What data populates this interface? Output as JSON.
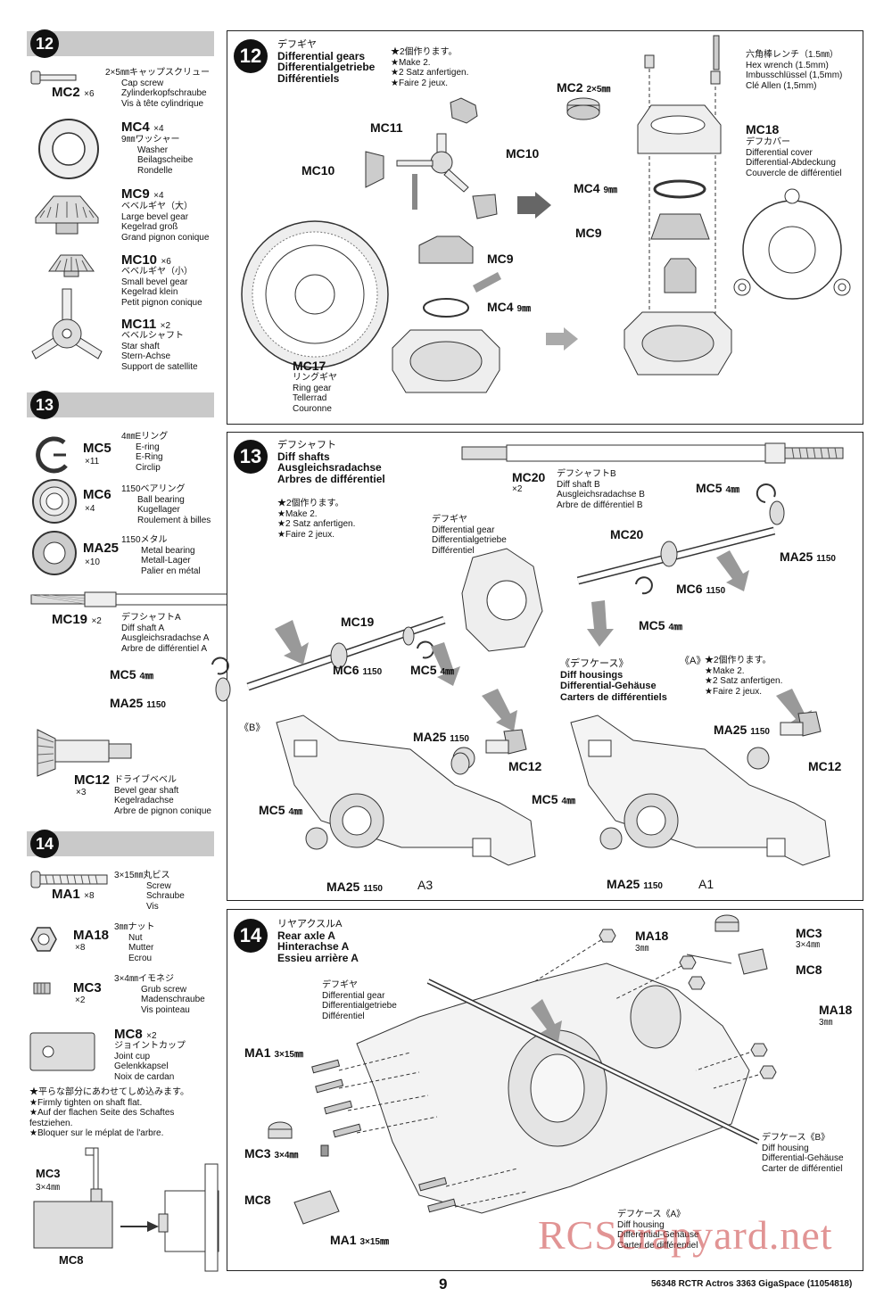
{
  "left": {
    "step12_num": "12",
    "step13_num": "13",
    "step14_num": "14",
    "mc2": {
      "code": "MC2",
      "qty": "×6",
      "l1": "2×5㎜キャップスクリュー",
      "l2": "Cap screw",
      "l3": "Zylinderkopfschraube",
      "l4": "Vis à tête cylindrique"
    },
    "mc4": {
      "code": "MC4",
      "qty": "×4",
      "l1": "9㎜ワッシャー",
      "l2": "Washer",
      "l3": "Beilagscheibe",
      "l4": "Rondelle"
    },
    "mc9": {
      "code": "MC9",
      "qty": "×4",
      "l1": "ベベルギヤ（大）",
      "l2": "Large bevel gear",
      "l3": "Kegelrad groß",
      "l4": "Grand pignon conique"
    },
    "mc10": {
      "code": "MC10",
      "qty": "×6",
      "l1": "ベベルギヤ（小）",
      "l2": "Small bevel gear",
      "l3": "Kegelrad klein",
      "l4": "Petit pignon conique"
    },
    "mc11": {
      "code": "MC11",
      "qty": "×2",
      "l1": "ベベルシャフト",
      "l2": "Star shaft",
      "l3": "Stern-Achse",
      "l4": "Support de satellite"
    },
    "mc5": {
      "code": "MC5",
      "qty": "×11",
      "l1": "4㎜Eリング",
      "l2": "E-ring",
      "l3": "E-Ring",
      "l4": "Circlip"
    },
    "mc6": {
      "code": "MC6",
      "qty": "×4",
      "l1": "1150ベアリング",
      "l2": "Ball bearing",
      "l3": "Kugellager",
      "l4": "Roulement à billes"
    },
    "ma25": {
      "code": "MA25",
      "qty": "×10",
      "l1": "1150メタル",
      "l2": "Metal bearing",
      "l3": "Metall-Lager",
      "l4": "Palier en métal"
    },
    "mc19": {
      "code": "MC19",
      "qty": "×2",
      "l1": "デフシャフトA",
      "l2": "Diff shaft A",
      "l3": "Ausgleichsradachse A",
      "l4": "Arbre de différentiel A"
    },
    "mc12": {
      "code": "MC12",
      "qty": "×3",
      "l1": "ドライブベベル",
      "l2": "Bevel gear shaft",
      "l3": "Kegelradachse",
      "l4": "Arbre de pignon conique"
    },
    "ma1": {
      "code": "MA1",
      "qty": "×8",
      "l1": "3×15㎜丸ビス",
      "l2": "Screw",
      "l3": "Schraube",
      "l4": "Vis"
    },
    "ma18": {
      "code": "MA18",
      "qty": "×8",
      "l1": "3㎜ナット",
      "l2": "Nut",
      "l3": "Mutter",
      "l4": "Ecrou"
    },
    "mc3": {
      "code": "MC3",
      "qty": "×2",
      "l1": "3×4㎜イモネジ",
      "l2": "Grub screw",
      "l3": "Madenschraube",
      "l4": "Vis pointeau"
    },
    "mc8": {
      "code": "MC8",
      "qty": "×2",
      "l1": "ジョイントカップ",
      "l2": "Joint cup",
      "l3": "Gelenkkapsel",
      "l4": "Noix de cardan"
    },
    "note": {
      "l1": "★平らな部分にあわせてしめ込みます。",
      "l2": "★Firmly tighten on shaft flat.",
      "l3": "★Auf der flachen Seite des Schaftes festziehen.",
      "l4": "★Bloquer sur le méplat de l'arbre."
    },
    "inset": {
      "mc3": "MC3",
      "mc3_size": "3×4㎜",
      "mc8": "MC8"
    }
  },
  "p12": {
    "num": "12",
    "t1": "デフギヤ",
    "t2": "Differential gears",
    "t3": "Differentialgetriebe",
    "t4": "Différentiels",
    "n1": "★2個作ります。",
    "n2": "★Make 2.",
    "n3": "★2 Satz anfertigen.",
    "n4": "★Faire 2 jeux.",
    "mc11": "MC11",
    "mc10a": "MC10",
    "mc10b": "MC10",
    "mc9": "MC9",
    "mc4": "MC4",
    "mc4_size": "9㎜",
    "mc17": "MC17",
    "mc17_l1": "リングギヤ",
    "mc17_l2": "Ring gear",
    "mc17_l3": "Tellerrad",
    "mc17_l4": "Couronne",
    "mc2": "MC2",
    "mc2_size": "2×5㎜",
    "hex_l1": "六角棒レンチ（1.5㎜）",
    "hex_l2": "Hex wrench (1.5mm)",
    "hex_l3": "Imbusschlüssel (1,5mm)",
    "hex_l4": "Clé Allen (1,5mm)",
    "mc18": "MC18",
    "mc18_l1": "デフカバー",
    "mc18_l2": "Differential cover",
    "mc18_l3": "Differential-Abdeckung",
    "mc18_l4": "Couvercle de différentiel",
    "r_mc4": "MC4",
    "r_mc4_size": "9㎜",
    "r_mc9": "MC9"
  },
  "p13": {
    "num": "13",
    "t1": "デフシャフト",
    "t2": "Diff shafts",
    "t3": "Ausgleichsradachse",
    "t4": "Arbres de différentiel",
    "n1": "★2個作ります。",
    "n2": "★Make 2.",
    "n3": "★2 Satz anfertigen.",
    "n4": "★Faire 2 jeux.",
    "mc20_top": "MC20",
    "mc20_qty": "×2",
    "mc20_l1": "デフシャフトB",
    "mc20_l2": "Diff shaft B",
    "mc20_l3": "Ausgleichsradachse B",
    "mc20_l4": "Arbre de différentiel B",
    "dg_l1": "デフギヤ",
    "dg_l2": "Differential gear",
    "dg_l3": "Differentialgetriebe",
    "dg_l4": "Différentiel",
    "mc5_a": "MC5",
    "mc5_a_size": "4㎜",
    "mc20": "MC20",
    "ma25_a": "MA25",
    "ma25_a_size": "1150",
    "mc6_a": "MC6",
    "mc6_a_size": "1150",
    "mc5_b": "MC5",
    "mc5_b_size": "4㎜",
    "mc19": "MC19",
    "mc6_b": "MC6",
    "mc6_b_size": "1150",
    "mc5_c": "MC5",
    "mc5_c_size": "4㎜",
    "dh_l1": "《デフケース》",
    "dh_l2": "Diff housings",
    "dh_l3": "Differential-Gehäuse",
    "dh_l4": "Carters de différentiels",
    "a_mark": "《A》",
    "a_n1": "★2個作ります。",
    "a_n2": "★Make 2.",
    "a_n3": "★2 Satz anfertigen.",
    "a_n4": "★Faire 2 jeux.",
    "b_mark": "《B》",
    "ma25_b": "MA25",
    "ma25_b_size": "1150",
    "mc12_a": "MC12",
    "mc5_d": "MC5",
    "mc5_d_size": "4㎜",
    "ma25_c": "MA25",
    "ma25_c_size": "1150",
    "a3": "A3",
    "ma25_d": "MA25",
    "ma25_d_size": "1150",
    "mc12_b": "MC12",
    "mc5_e": "MC5",
    "mc5_e_size": "4㎜",
    "ma25_e": "MA25",
    "ma25_e_size": "1150",
    "a1": "A1",
    "left_mc5": "MC5",
    "left_mc5_size": "4㎜",
    "left_ma25": "MA25",
    "left_ma25_size": "1150"
  },
  "p14": {
    "num": "14",
    "t1": "リヤアクスルA",
    "t2": "Rear axle A",
    "t3": "Hinterachse A",
    "t4": "Essieu arrière A",
    "dg_l1": "デフギヤ",
    "dg_l2": "Differential gear",
    "dg_l3": "Differentialgetriebe",
    "dg_l4": "Différentiel",
    "ma18_a": "MA18",
    "ma18_a_size": "3㎜",
    "mc3_a": "MC3",
    "mc3_a_size": "3×4㎜",
    "mc8_a": "MC8",
    "ma18_b": "MA18",
    "ma18_b_size": "3㎜",
    "ma1_a": "MA1",
    "ma1_a_size": "3×15㎜",
    "mc3_b": "MC3",
    "mc3_b_size": "3×4㎜",
    "mc8_b": "MC8",
    "ma1_b": "MA1",
    "ma1_b_size": "3×15㎜",
    "b_l1": "デフケース《B》",
    "b_l2": "Diff housing",
    "b_l3": "Differential-Gehäuse",
    "b_l4": "Carter de différentiel",
    "a_l1": "デフケース《A》",
    "a_l2": "Diff housing",
    "a_l3": "Differential-Gehäuse",
    "a_l4": "Carter de différentiel"
  },
  "footer": {
    "page": "9",
    "ref": "56348 RCTR Actros 3363 GigaSpace (11054818)"
  },
  "watermark": "RCScrapyard.net"
}
